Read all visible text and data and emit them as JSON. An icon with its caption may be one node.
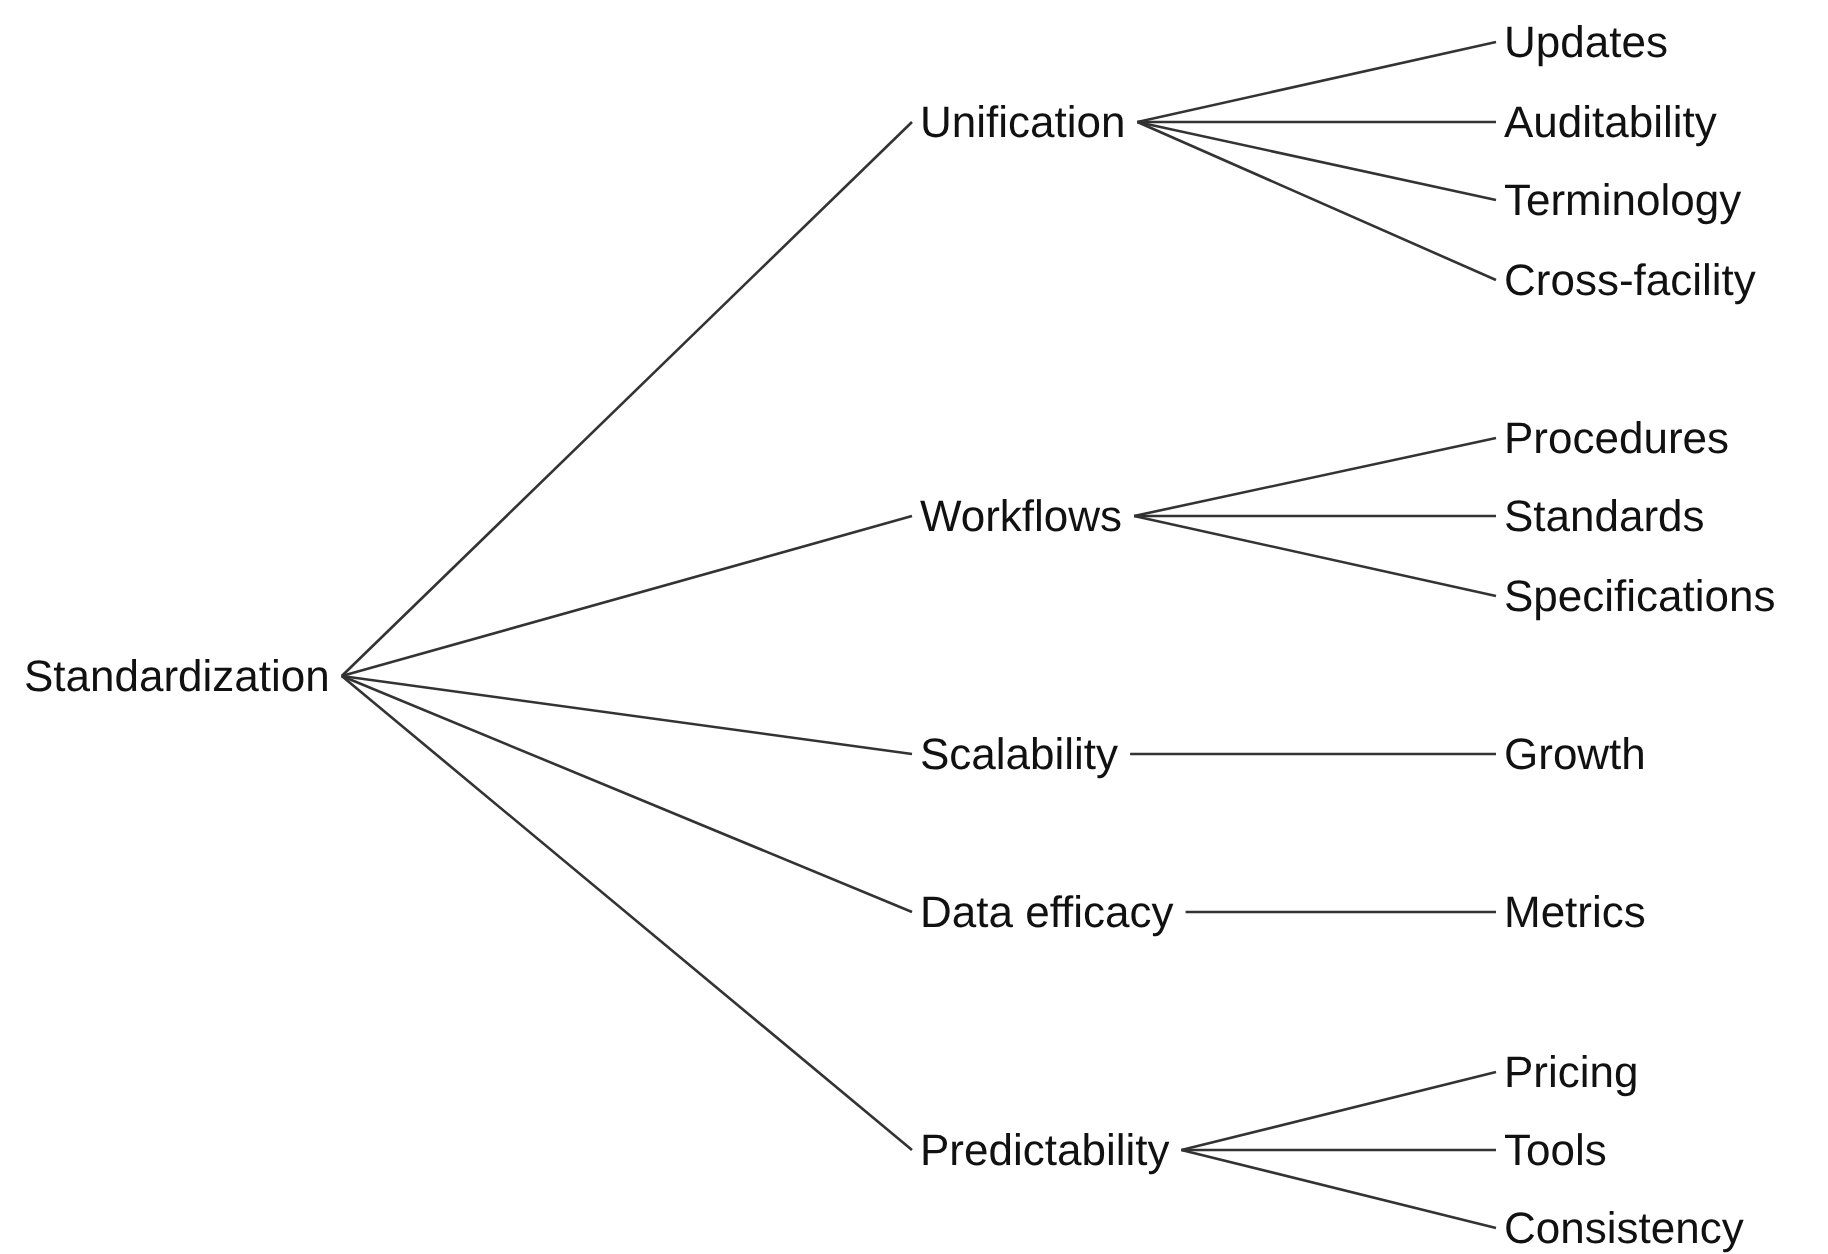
{
  "diagram": {
    "nodes": [
      {
        "text": [
          "Standardization"
        ]
      },
      {
        "text": [
          "Unification"
        ]
      },
      {
        "text": [
          "Workflows"
        ]
      },
      {
        "text": [
          "Scalability"
        ]
      },
      {
        "text": [
          "Data efficacy"
        ]
      },
      {
        "text": [
          "Predictability"
        ]
      },
      {
        "text": [
          "Updates"
        ]
      },
      {
        "text": [
          "Auditability"
        ]
      },
      {
        "text": [
          "Terminology"
        ]
      },
      {
        "text": [
          "Cross-facility"
        ]
      },
      {
        "text": [
          "Procedures"
        ]
      },
      {
        "text": [
          "Standards"
        ]
      },
      {
        "text": [
          "Specifications"
        ]
      },
      {
        "text": [
          "Growth"
        ]
      },
      {
        "text": [
          "Metrics"
        ]
      },
      {
        "text": [
          "Pricing"
        ]
      },
      {
        "text": [
          "Tools"
        ]
      },
      {
        "text": [
          "Consistency"
        ]
      }
    ],
    "edges": [
      {
        "from": 0,
        "to": 1,
        "arrow": "none"
      },
      {
        "from": 0,
        "to": 2,
        "arrow": "none"
      },
      {
        "from": 0,
        "to": 3,
        "arrow": "none"
      },
      {
        "from": 0,
        "to": 4,
        "arrow": "none"
      },
      {
        "from": 0,
        "to": 5,
        "arrow": "none"
      },
      {
        "from": 1,
        "to": 6,
        "arrow": "none"
      },
      {
        "from": 1,
        "to": 7,
        "arrow": "none"
      },
      {
        "from": 1,
        "to": 8,
        "arrow": "none"
      },
      {
        "from": 1,
        "to": 9,
        "arrow": "none"
      },
      {
        "from": 2,
        "to": 10,
        "arrow": "none"
      },
      {
        "from": 2,
        "to": 11,
        "arrow": "none"
      },
      {
        "from": 2,
        "to": 12,
        "arrow": "none"
      },
      {
        "from": 3,
        "to": 13,
        "arrow": "none"
      },
      {
        "from": 4,
        "to": 14,
        "arrow": "none"
      },
      {
        "from": 5,
        "to": 15,
        "arrow": "none"
      },
      {
        "from": 5,
        "to": 16,
        "arrow": "none"
      },
      {
        "from": 5,
        "to": 17,
        "arrow": "none"
      }
    ]
  }
}
